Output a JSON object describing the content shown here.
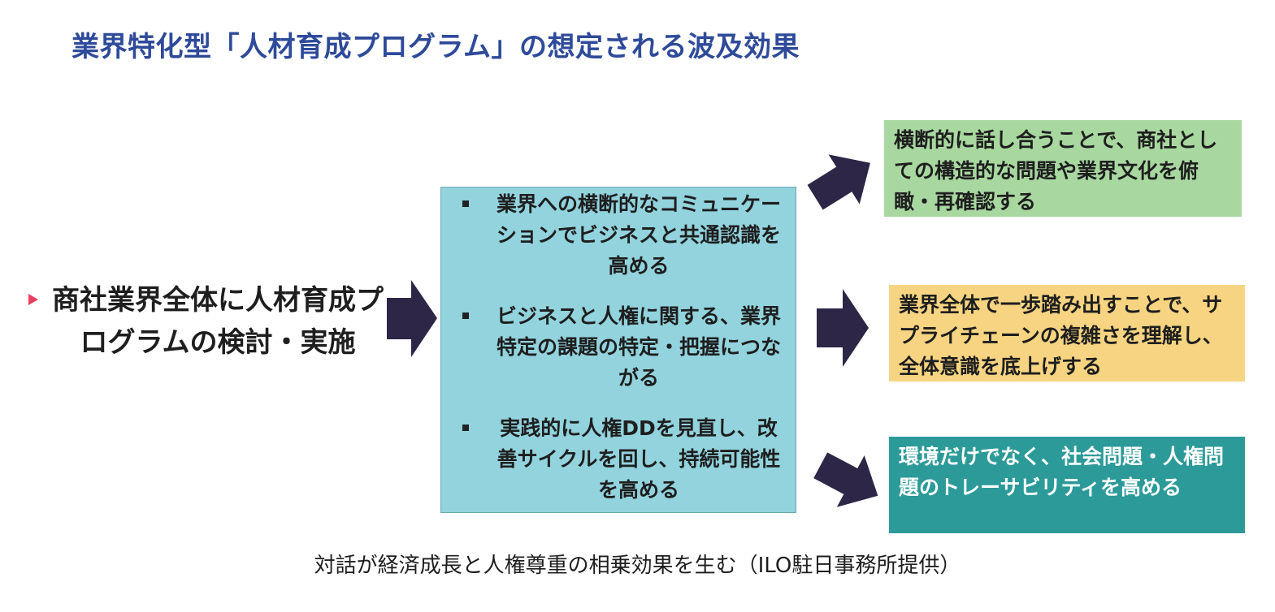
{
  "title": "業界特化型「人材育成プログラム」の想定される波及効果",
  "source": {
    "text": "商社業界全体に人材育成プログラムの検討・実施",
    "marker_color": "#e8405e"
  },
  "center": {
    "background": "#92d3dd",
    "items": [
      {
        "text": "業界への横断的なコミュニケーションでビジネスと共通認識を高める"
      },
      {
        "text": "ビジネスと人権に関する、業界特定の課題の特定・把握につながる"
      },
      {
        "text": "実践的に人権DDを見直し、改善サイクルを回し、持続可能性を高める"
      }
    ]
  },
  "results": [
    {
      "text": "横断的に話し合うことで、商社としての構造的な問題や業界文化を俯瞰・再確認する",
      "background": "#a8d8a0"
    },
    {
      "text": "業界全体で一歩踏み出すことで、サプライチェーンの複雑さを理解し、全体意識を底上げする",
      "background": "#f6d481"
    },
    {
      "text": "環境だけでなく、社会問題・人権問題のトレーサビリティを高める",
      "background": "#2c9a99"
    }
  ],
  "arrow_color": "#2d2646",
  "caption": "対話が経済成長と人権尊重の相乗効果を生む（ILO駐日事務所提供）"
}
